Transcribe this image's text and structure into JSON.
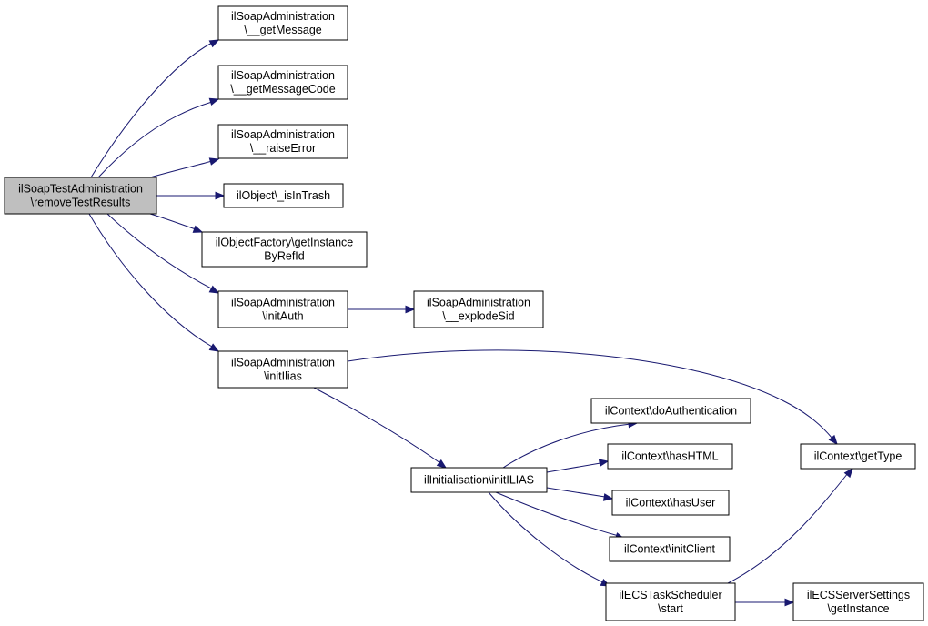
{
  "colors": {
    "edge": "#191970",
    "root_fill": "#bfbfbf",
    "node_fill": "#ffffff",
    "border": "#000000"
  },
  "nodes": [
    {
      "id": "remove",
      "lines": [
        "ilSoapTestAdministration",
        "\\removeTestResults"
      ],
      "root": true
    },
    {
      "id": "getmsg",
      "lines": [
        "ilSoapAdministration",
        "\\__getMessage"
      ]
    },
    {
      "id": "getcode",
      "lines": [
        "ilSoapAdministration",
        "\\__getMessageCode"
      ]
    },
    {
      "id": "raise",
      "lines": [
        "ilSoapAdministration",
        "\\__raiseError"
      ]
    },
    {
      "id": "trash",
      "lines": [
        "ilObject\\_isInTrash"
      ]
    },
    {
      "id": "factory",
      "lines": [
        "ilObjectFactory\\getInstance",
        "ByRefId"
      ]
    },
    {
      "id": "initauth",
      "lines": [
        "ilSoapAdministration",
        "\\initAuth"
      ]
    },
    {
      "id": "explode",
      "lines": [
        "ilSoapAdministration",
        "\\__explodeSid"
      ]
    },
    {
      "id": "initilias",
      "lines": [
        "ilSoapAdministration",
        "\\initIlias"
      ]
    },
    {
      "id": "doauth",
      "lines": [
        "ilContext\\doAuthentication"
      ]
    },
    {
      "id": "init",
      "lines": [
        "ilInitialisation\\initILIAS"
      ]
    },
    {
      "id": "hashtml",
      "lines": [
        "ilContext\\hasHTML"
      ]
    },
    {
      "id": "hasuser",
      "lines": [
        "ilContext\\hasUser"
      ]
    },
    {
      "id": "initcl",
      "lines": [
        "ilContext\\initClient"
      ]
    },
    {
      "id": "ecsstart",
      "lines": [
        "ilECSTaskScheduler",
        "\\start"
      ]
    },
    {
      "id": "gettype",
      "lines": [
        "ilContext\\getType"
      ]
    },
    {
      "id": "ecsget",
      "lines": [
        "ilECSServerSettings",
        "\\getInstance"
      ]
    }
  ],
  "edges": [
    {
      "from": "remove",
      "to": "getmsg"
    },
    {
      "from": "remove",
      "to": "getcode"
    },
    {
      "from": "remove",
      "to": "raise"
    },
    {
      "from": "remove",
      "to": "trash"
    },
    {
      "from": "remove",
      "to": "factory"
    },
    {
      "from": "remove",
      "to": "initauth"
    },
    {
      "from": "remove",
      "to": "initilias"
    },
    {
      "from": "initauth",
      "to": "explode"
    },
    {
      "from": "initilias",
      "to": "gettype"
    },
    {
      "from": "initilias",
      "to": "init"
    },
    {
      "from": "init",
      "to": "doauth"
    },
    {
      "from": "init",
      "to": "hashtml"
    },
    {
      "from": "init",
      "to": "hasuser"
    },
    {
      "from": "init",
      "to": "initcl"
    },
    {
      "from": "init",
      "to": "ecsstart"
    },
    {
      "from": "ecsstart",
      "to": "gettype"
    },
    {
      "from": "ecsstart",
      "to": "ecsget"
    }
  ]
}
